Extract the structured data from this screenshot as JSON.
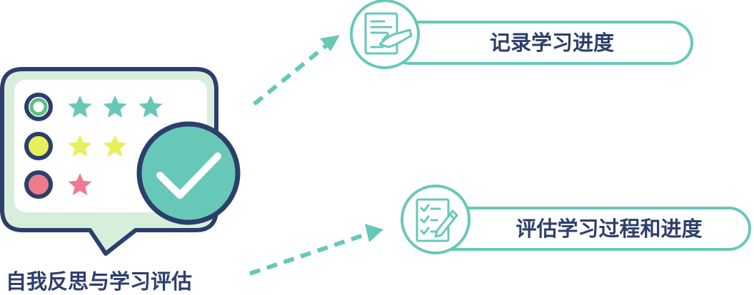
{
  "bubble_caption": "自我反思与学习评估",
  "outcome_top": {
    "label": "记录学习进度"
  },
  "outcome_bottom": {
    "label": "评估学习过程和进度"
  },
  "rating_rows": [
    {
      "name": "rating-row-green",
      "stars": 3
    },
    {
      "name": "rating-row-yellow",
      "stars": 2
    },
    {
      "name": "rating-row-pink",
      "stars": 1
    }
  ],
  "colors": {
    "navy": "#2c3e6b",
    "teal": "#67c8b8",
    "light_green": "#d7eedb",
    "green_dot": "#5cbf82",
    "yellow": "#e8ef5a",
    "pink": "#ef7a8e",
    "white": "#ffffff"
  },
  "icons": {
    "top": "document-edit-icon",
    "bottom": "checklist-pencil-icon"
  }
}
